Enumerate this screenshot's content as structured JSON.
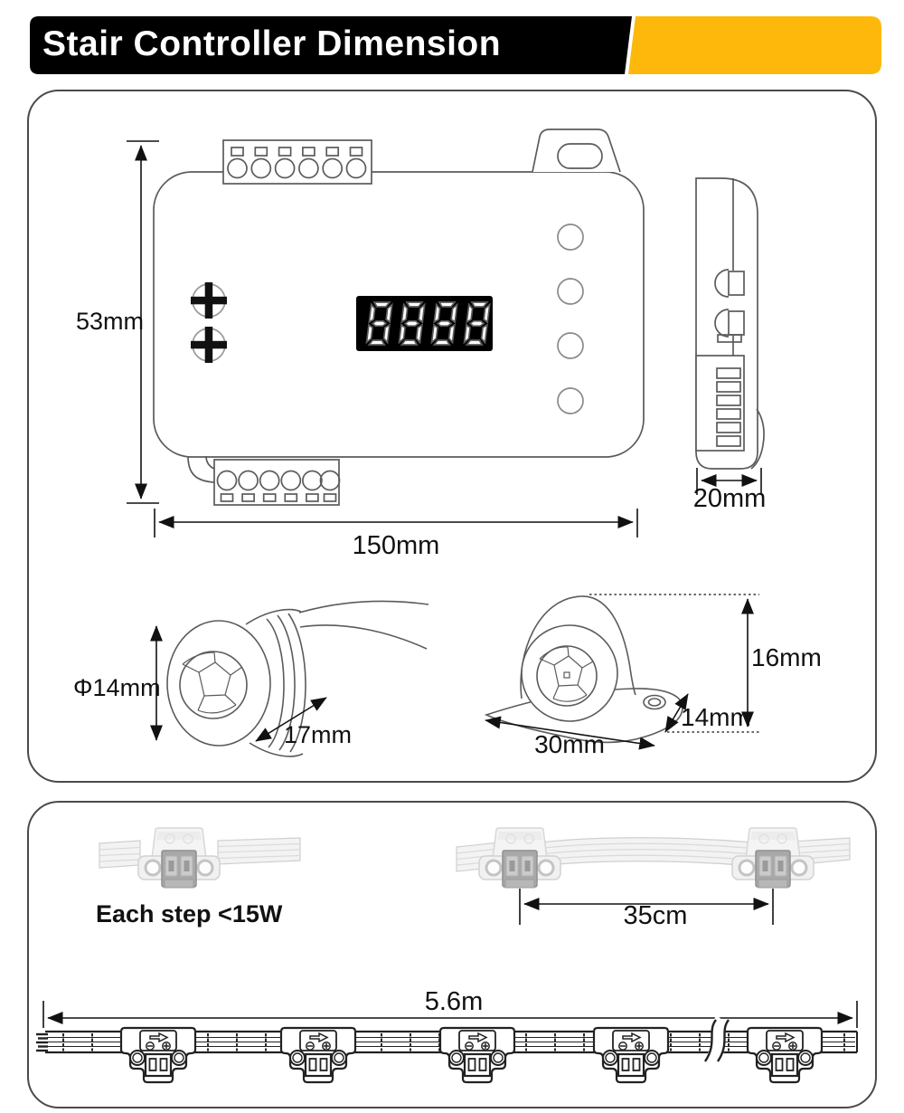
{
  "banner": {
    "title": "Stair Controller Dimension",
    "bar_color": "#000000",
    "accent_color": "#FEB80B"
  },
  "controller_panel": {
    "display_value": "8888",
    "height_label": "53mm",
    "width_label": "150mm",
    "depth_label": "20mm",
    "sensor_diameter_label": "Φ14mm",
    "sensor_length_label": "17mm",
    "mount_width_label": "30mm",
    "mount_depth_label": "14mm",
    "mount_height_label": "16mm"
  },
  "strip_panel": {
    "step_power_label": "Each step <15W",
    "connector_spacing_label": "35cm",
    "strip_length_label": "5.6m"
  }
}
